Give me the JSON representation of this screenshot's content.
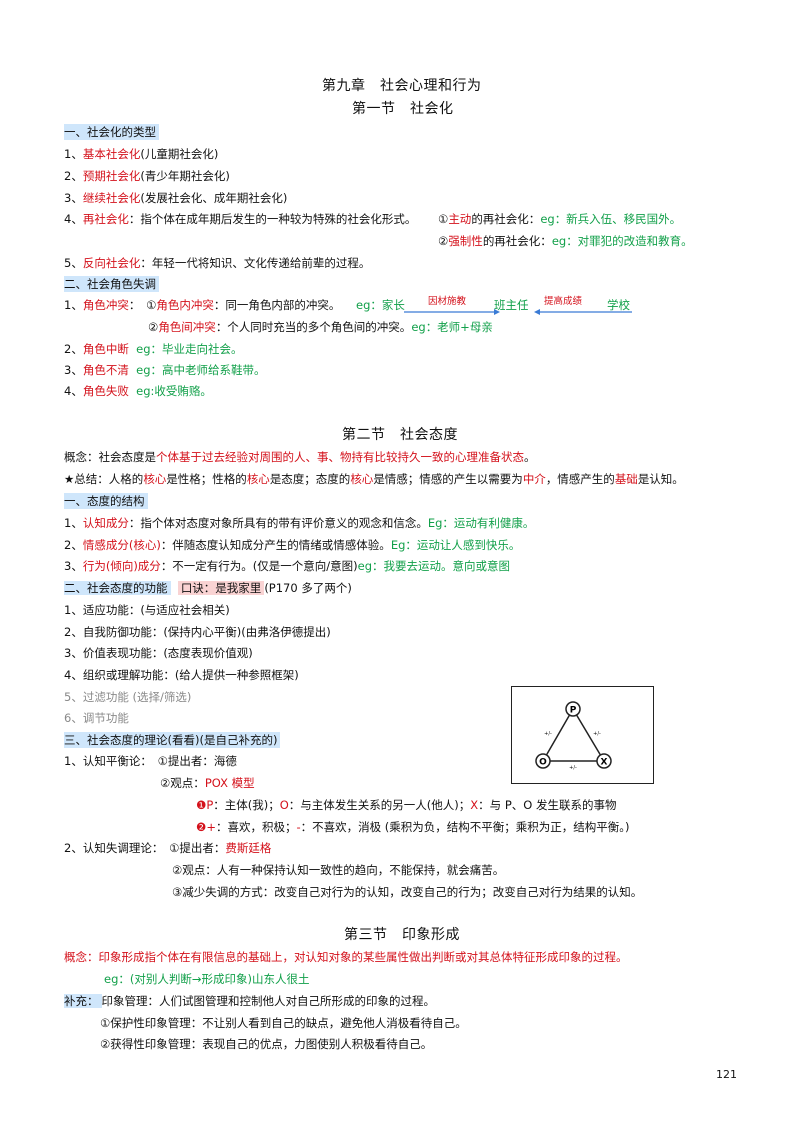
{
  "chapter_title": "第九章　社会心理和行为",
  "section1": {
    "title": "第一节　社会化",
    "h1": "一、社会化的类型",
    "l1_num": "1、",
    "l1_red": "基本社会化",
    "l1_rest": "(儿童期社会化)",
    "l2_num": "2、",
    "l2_red": "预期社会化",
    "l2_rest": "(青少年期社会化)",
    "l3_num": "3、",
    "l3_red": "继续社会化",
    "l3_rest": "(发展社会化、成年期社会化)",
    "l4_num": "4、",
    "l4_red": "再社会化",
    "l4_rest": "：指个体在成年期后发生的一种较为特殊的社会化形式。",
    "l4a_pre": "①",
    "l4a_red": "主动",
    "l4a_mid": "的再社会化：",
    "l4a_eg": "eg：新兵入伍、移民国外。",
    "l4b_pre": "②",
    "l4b_red": "强制性",
    "l4b_mid": "的再社会化：",
    "l4b_eg": "eg：对罪犯的改造和教育。",
    "l5_num": "5、",
    "l5_red": "反向社会化",
    "l5_rest": "：年轻一代将知识、文化传递给前辈的过程。",
    "h2": "二、社会角色失调",
    "r1_num": "1、",
    "r1_red": "角色冲突",
    "r1_colon": "：　①",
    "r1_red2": "角色内冲突",
    "r1_rest": "：同一角色内部的冲突。",
    "r1_eg": "eg：家长",
    "r1_arrow1": "因材施教",
    "r1_mid": "班主任",
    "r1_arrow2": "提高成绩",
    "r1_end": "学校",
    "r1b_pre": "②",
    "r1b_red": "角色间冲突",
    "r1b_rest": "：个人同时充当的多个角色间的冲突。",
    "r1b_eg": "eg：老师+母亲",
    "r2_num": "2、",
    "r2_red": "角色中断",
    "r2_eg": "eg：毕业走向社会。",
    "r3_num": "3、",
    "r3_red": "角色不清",
    "r3_eg": "eg：高中老师给系鞋带。",
    "r4_num": "4、",
    "r4_red": "角色失败",
    "r4_eg": "eg:收受贿赂。"
  },
  "section2": {
    "title": "第二节　社会态度",
    "concept_pre": "概念：社会态度是",
    "concept_red": "个体基于过去经验对周围的人、事、物持有比较持久一致的心理准备状态",
    "concept_end": "。",
    "sum_1": "★总结：人格的",
    "sum_r1": "核心",
    "sum_2": "是性格；性格的",
    "sum_r2": "核心",
    "sum_3": "是态度；态度的",
    "sum_r3": "核心",
    "sum_4": "是情感；情感的产生以需要为",
    "sum_r4": "中介",
    "sum_5": "，情感产生的",
    "sum_r5": "基础",
    "sum_6": "是认知。",
    "h1": "一、态度的结构",
    "a1_num": "1、",
    "a1_red": "认知成分",
    "a1_rest": "：指个体对态度对象所具有的带有评价意义的观念和信念。",
    "a1_eg": "Eg：运动有利健康。",
    "a2_num": "2、",
    "a2_red": "情感成分(核心)",
    "a2_rest": "：伴随态度认知成分产生的情绪或情感体验。",
    "a2_eg": "Eg：运动让人感到快乐。",
    "a3_num": "3、",
    "a3_red": "行为(倾向)成分",
    "a3_rest": "：不一定有行为。(仅是一个意向/意图)",
    "a3_eg": "eg：我要去运动。意向或意图",
    "h2": "二、社会态度的功能",
    "h2_tip": "口诀：是我家里",
    "h2_note": "(P170 多了两个)",
    "f1": "1、适应功能：(与适应社会相关)",
    "f2": "2、自我防御功能：(保持内心平衡)(由弗洛伊德提出)",
    "f3": "3、价值表现功能：(态度表现价值观)",
    "f4": "4、组织或理解功能：(给人提供一种参照框架)",
    "f5": "5、过滤功能 (选择/筛选)",
    "f6": "6、调节功能",
    "h3": "三、社会态度的理论(看看)(是自己补充的)",
    "t1_a": "1、认知平衡论：　①提出者：海德",
    "t1_b_pre": "②观点：",
    "t1_b_red": "POX 模型",
    "t1_c_bullet": "❶",
    "t1_c_p": "P",
    "t1_c_1": "：主体(我)；",
    "t1_c_o": "O",
    "t1_c_2": "：与主体发生关系的另一人(他人)；",
    "t1_c_x": "X",
    "t1_c_3": "：与 P、O 发生联系的事物",
    "t1_d_bullet": "❷",
    "t1_d_plus": "+",
    "t1_d_1": "：喜欢，积极；",
    "t1_d_minus": "-",
    "t1_d_2": "：不喜欢，消极 (乘积为负，结构不平衡；乘积为正，结构平衡。)",
    "t2_a_pre": "2、认知失调理论：　①提出者：",
    "t2_a_red": "费斯廷格",
    "t2_b": "②观点：人有一种保持认知一致性的趋向，不能保持，就会痛苦。",
    "t2_c": "③减少失调的方式：改变自己对行为的认知，改变自己的行为；改变自己对行为结果的认知。"
  },
  "diagram": {
    "p": "P",
    "o": "O",
    "x": "X",
    "lbl_left": "+/-",
    "lbl_right": "+/-",
    "lbl_bottom": "+/-"
  },
  "section3": {
    "title": "第三节　印象形成",
    "concept_pre": "概念：",
    "concept_red": "印象形成指个体在有限信息的基础上，对认知对象的某些属性做出判断或对其总体特征形成印象的过程。",
    "eg": "eg：(对别人判断→形成印象)山东人很土",
    "supp_label": "补充：",
    "supp_rest": "印象管理：人们试图管理和控制他人对自己所形成的印象的过程。",
    "s1": "①保护性印象管理：不让别人看到自己的缺点，避免他人消极看待自己。",
    "s2": "②获得性印象管理：表现自己的优点，力图使别人积极看待自己。"
  },
  "page_number": "121",
  "colors": {
    "red": "#d4111b",
    "green": "#12a04a",
    "heading_bg": "#cfe6fb",
    "tip_bg": "#f9d3d3",
    "arrow": "#3a7bd5"
  }
}
